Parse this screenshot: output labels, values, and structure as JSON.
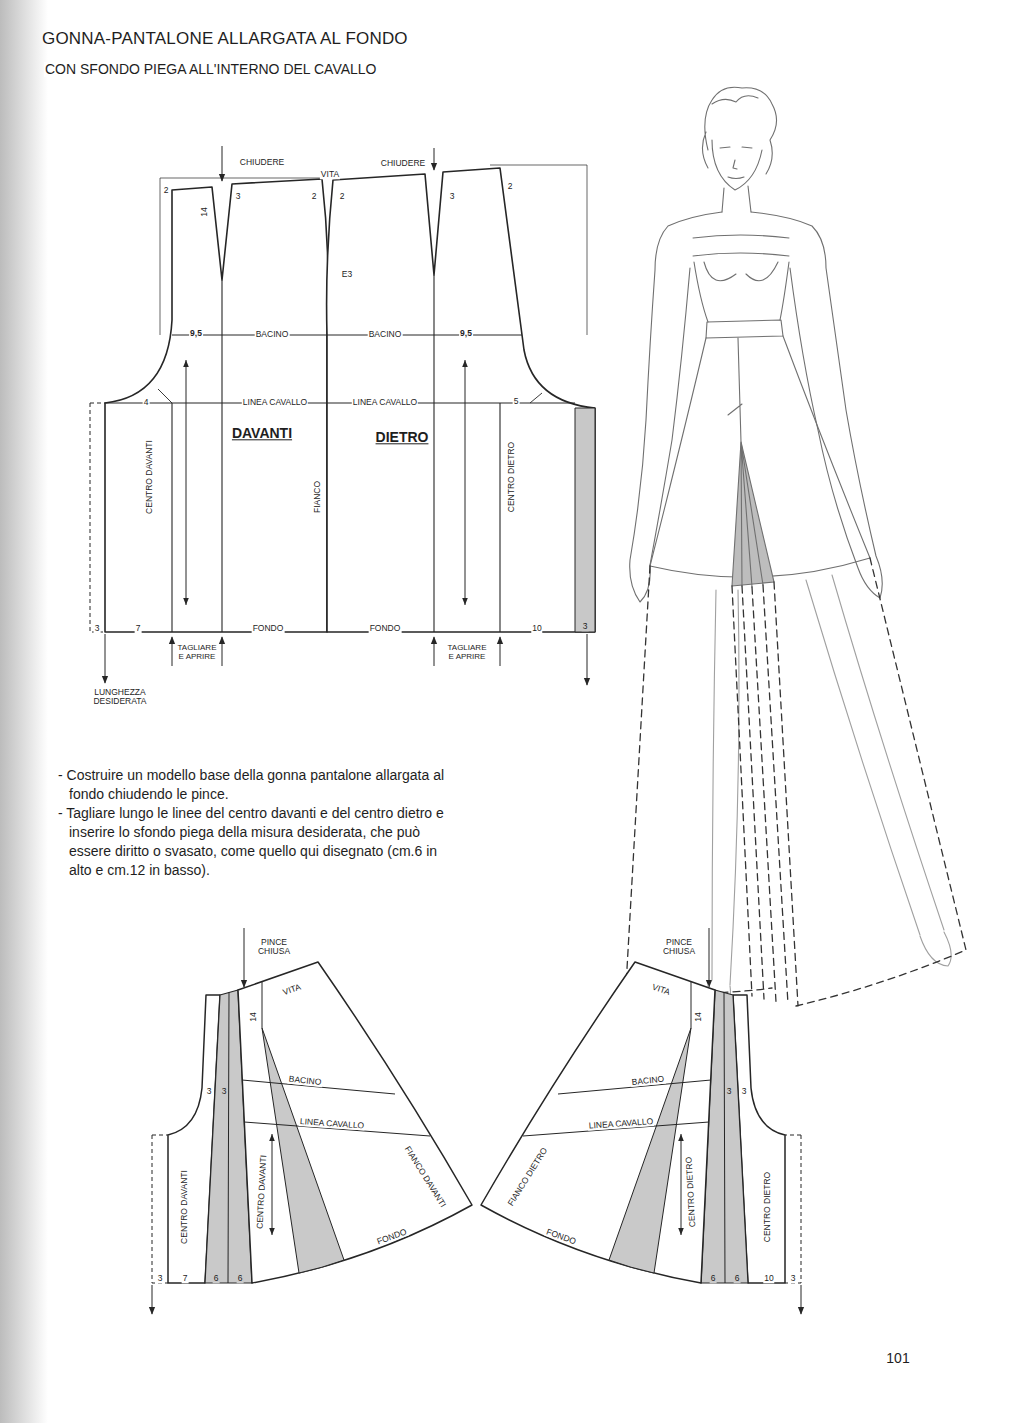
{
  "diagram": {
    "title": "GONNA-PANTALONE ALLARGATA AL FONDO",
    "nodes": [
      {
        "text": [
          "DAVANTI",
          "CENTRO DAVANTI",
          "BACINO",
          "9,5",
          "LINEA CAVALLO",
          "4",
          "14",
          "3",
          "2",
          "2",
          "FIANCO",
          "7",
          "FONDO",
          "3"
        ]
      },
      {
        "text": [
          "DIETRO",
          "CENTRO DIETRO",
          "BACINO",
          "9,5",
          "LINEA CAVALLO",
          "5",
          "E3",
          "2",
          "3",
          "2",
          "10",
          "FONDO",
          "3"
        ]
      },
      {
        "text": [
          "VITA",
          "14",
          "BACINO",
          "LINEA CAVALLO",
          "CENTRO DAVANTI",
          "CENTRO DAVANTI",
          "FIANCO DAVANTI",
          "FONDO",
          "3",
          "3",
          "3",
          "7",
          "6",
          "6"
        ]
      },
      {
        "text": [
          "VITA",
          "14",
          "BACINO",
          "LINEA CAVALLO",
          "FIANCO DIETRO",
          "FONDO",
          "CENTRO DIETRO",
          "3",
          "3",
          "6",
          "6",
          "CENTRO DIETRO",
          "10",
          "3"
        ]
      }
    ],
    "labels": [
      "CON SFONDO PIEGA ALL'INTERNO DEL CAVALLO",
      "CHIUDERE",
      "VITA",
      "CHIUDERE",
      "TAGLIARE E APRIRE",
      "TAGLIARE E APRIRE",
      "LUNGHEZZA DESIDERATA",
      "- Costruire un modello base della gonna pantalone allargata al fondo chiudendo le pince.",
      "- Tagliare lungo le linee del centro davanti e del centro dietro e inserire lo sfondo piega della misura desiderata, che può essere diritto o svasato, come quello qui disegnato (cm.6 in alto e cm.12 in basso).",
      "PINCE CHIUSA",
      "PINCE CHIUSA",
      "101"
    ]
  }
}
